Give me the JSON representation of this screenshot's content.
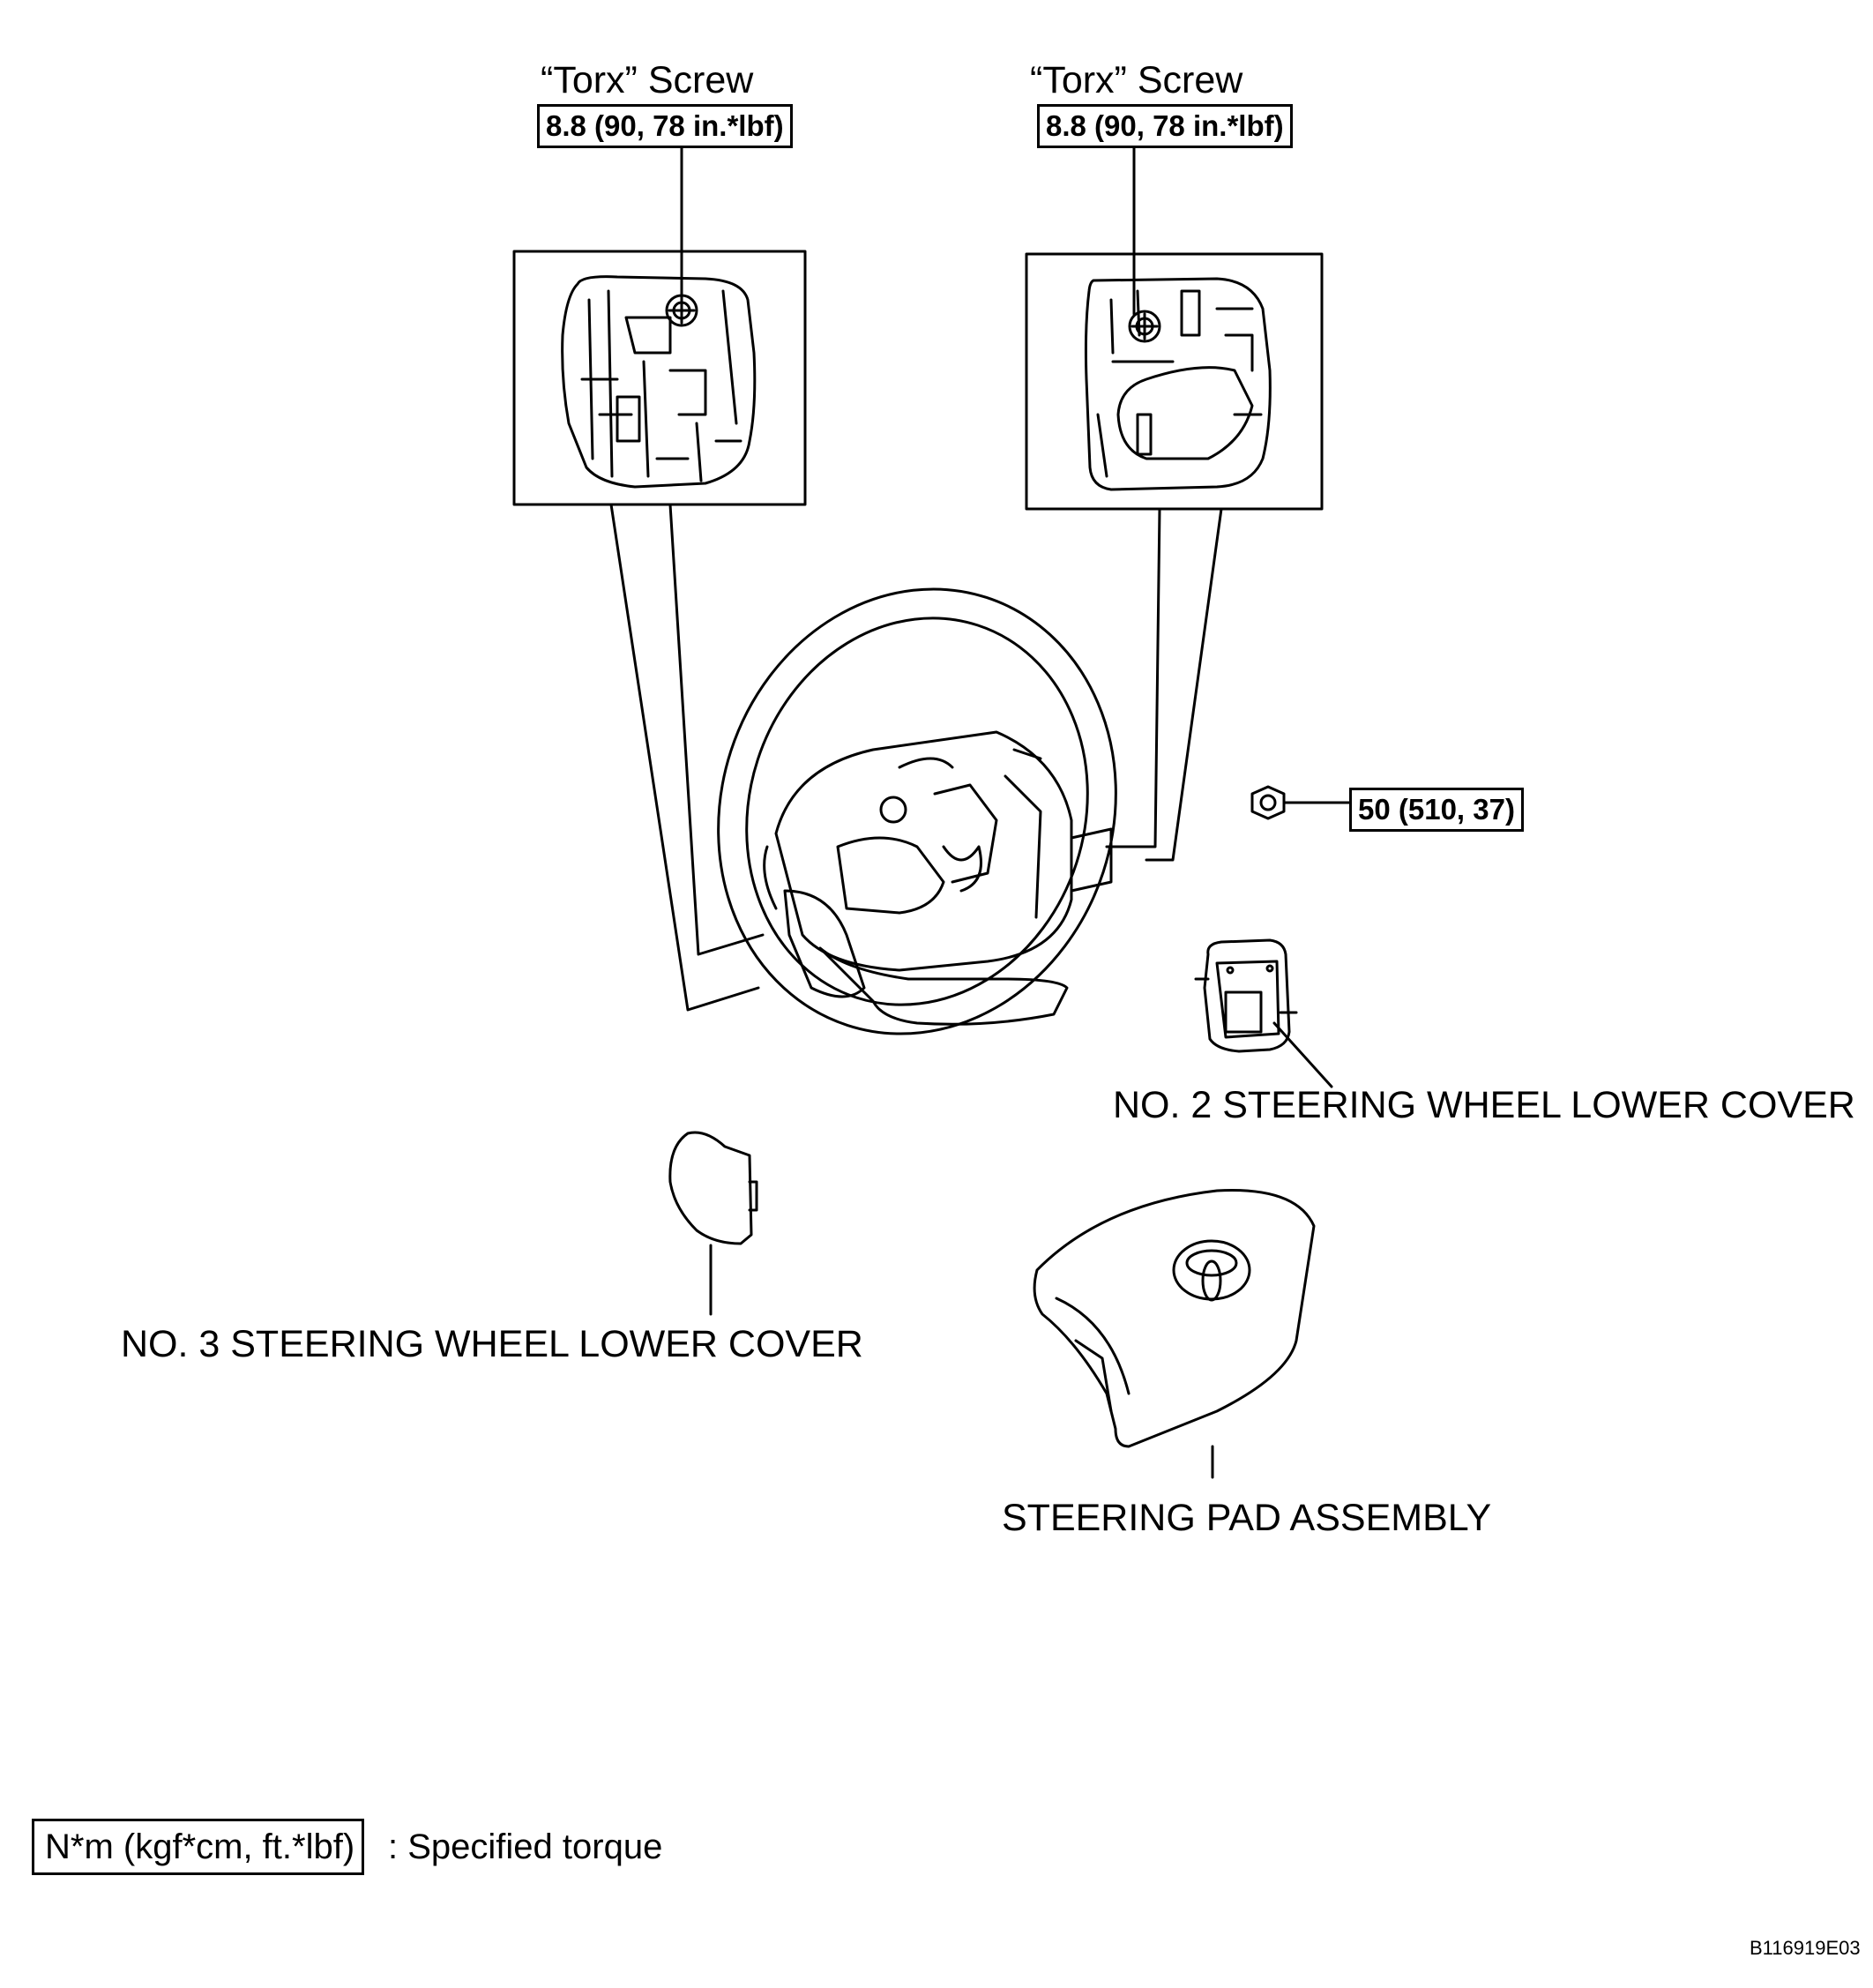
{
  "callouts": {
    "torx_left": {
      "name": "“Torx” Screw",
      "torque": "8.8 (90, 78 in.*lbf)"
    },
    "torx_right": {
      "name": "“Torx” Screw",
      "torque": "8.8 (90, 78 in.*lbf)"
    },
    "nut_torque": "50 (510, 37)"
  },
  "parts": {
    "no2_cover": "NO. 2 STEERING WHEEL LOWER COVER",
    "no3_cover": "NO. 3 STEERING WHEEL LOWER COVER",
    "pad_assembly": "STEERING PAD ASSEMBLY"
  },
  "legend": {
    "unit": "N*m (kgf*cm, ft.*lbf)",
    "description": ": Specified torque"
  },
  "figure_code": "B116919E03"
}
